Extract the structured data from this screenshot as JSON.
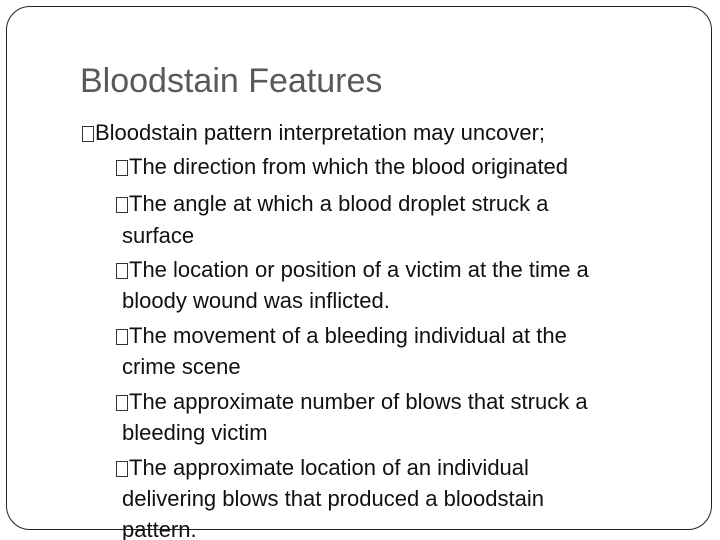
{
  "title": "Bloodstain Features",
  "intro": "Bloodstain pattern interpretation may uncover;",
  "items": [
    {
      "lines": [
        "The direction from which the blood originated"
      ]
    },
    {
      "lines": [
        "The angle at which a blood droplet struck a",
        "surface"
      ]
    },
    {
      "lines": [
        "The location or position of a victim at the time a",
        "bloody wound was inflicted."
      ]
    },
    {
      "lines": [
        "The movement of a bleeding individual at the",
        "crime scene"
      ]
    },
    {
      "lines": [
        "The approximate number of blows that struck a",
        "bleeding victim"
      ]
    },
    {
      "lines": [
        "The approximate location of an individual",
        "delivering blows that produced a bloodstain",
        "pattern."
      ]
    }
  ]
}
